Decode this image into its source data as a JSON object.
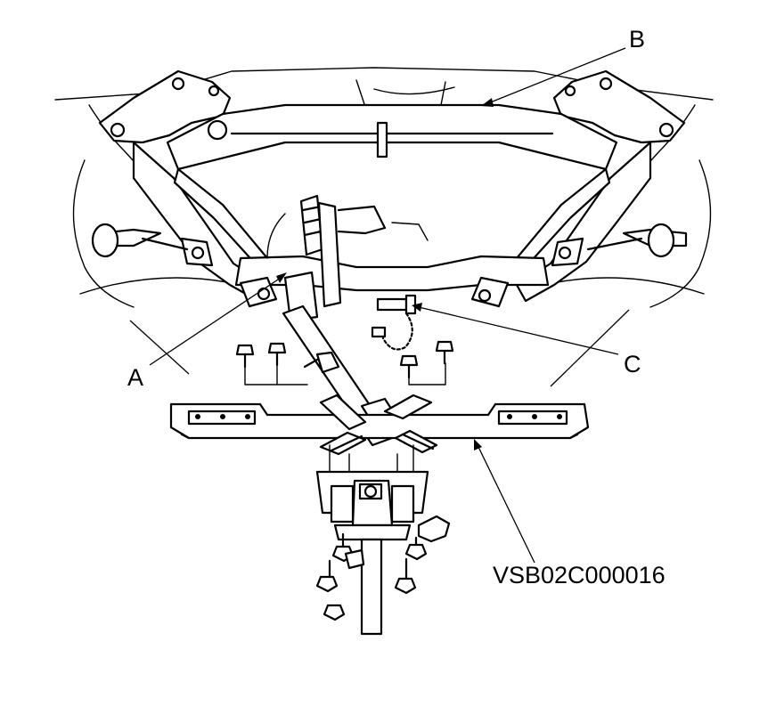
{
  "callouts": {
    "a": "A",
    "b": "B",
    "c": "C"
  },
  "figure_code": "VSB02C000016",
  "colors": {
    "line": "#000000",
    "background": "#ffffff"
  }
}
